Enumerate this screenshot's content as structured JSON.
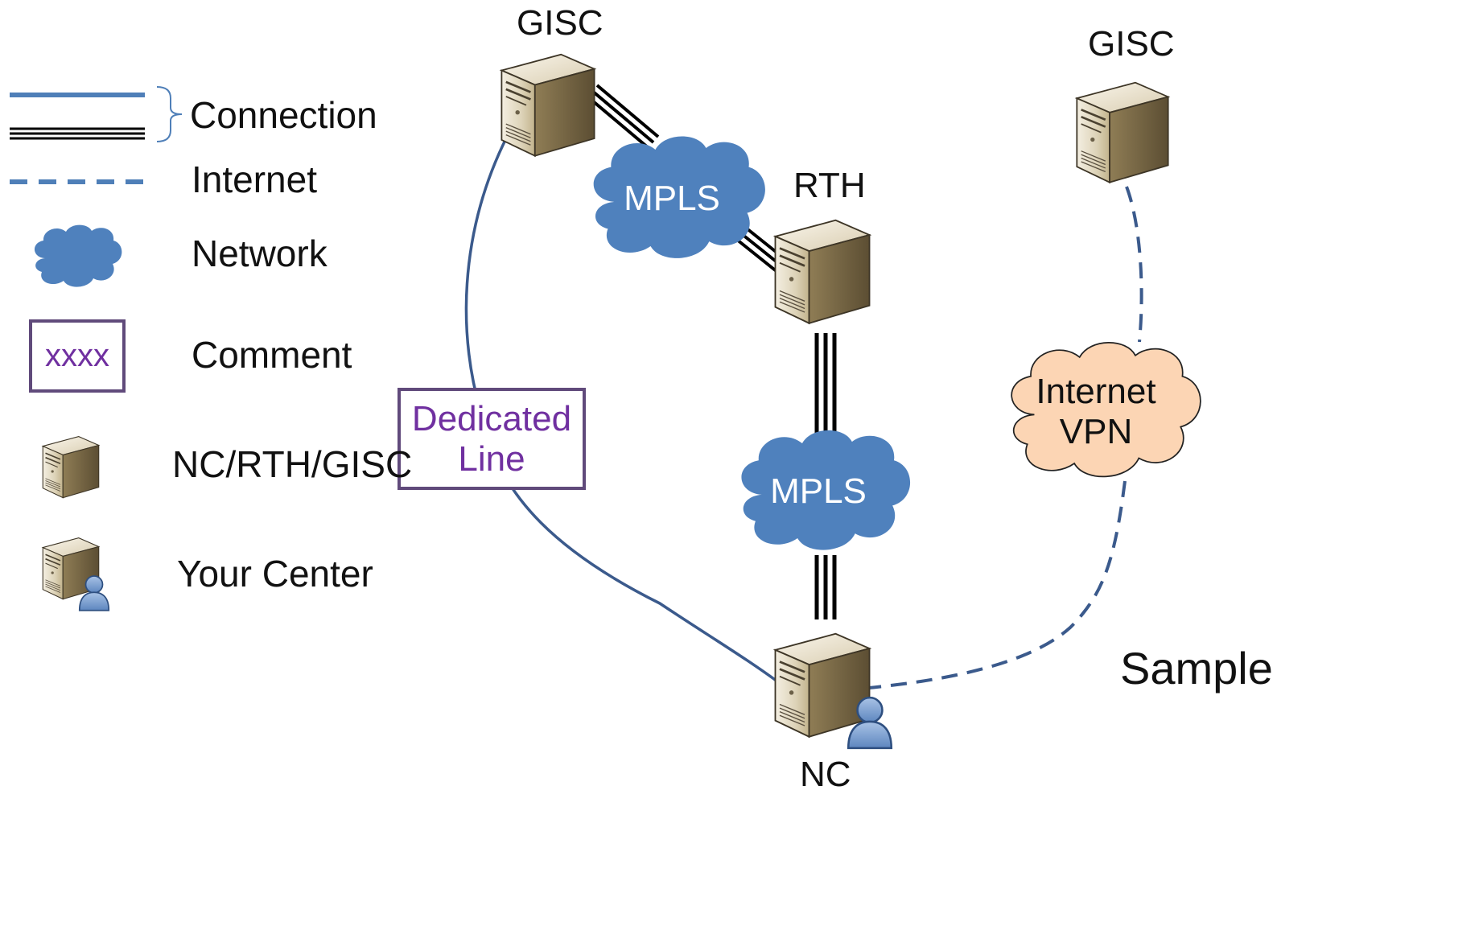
{
  "legend": {
    "connection": "Connection",
    "internet": "Internet",
    "network": "Network",
    "comment_sample": "xxxx",
    "comment": "Comment",
    "node_types": "NC/RTH/GISC",
    "your_center": "Your Center"
  },
  "nodes": {
    "gisc_top": "GISC",
    "gisc_right": "GISC",
    "rth": "RTH",
    "nc": "NC"
  },
  "clouds": {
    "mpls_upper": "MPLS",
    "mpls_lower": "MPLS",
    "vpn_line1": "Internet",
    "vpn_line2": "VPN"
  },
  "comment_box": {
    "line1": "Dedicated",
    "line2": "Line"
  },
  "watermark": "Sample",
  "colors": {
    "line_blue": "#4f7fb8",
    "dark_blue": "#3b5a8c",
    "cloud_blue": "#4f81bd",
    "vpn_fill": "#fcd5b4",
    "comment_purple": "#7030a0",
    "comment_border": "#604a7b"
  }
}
